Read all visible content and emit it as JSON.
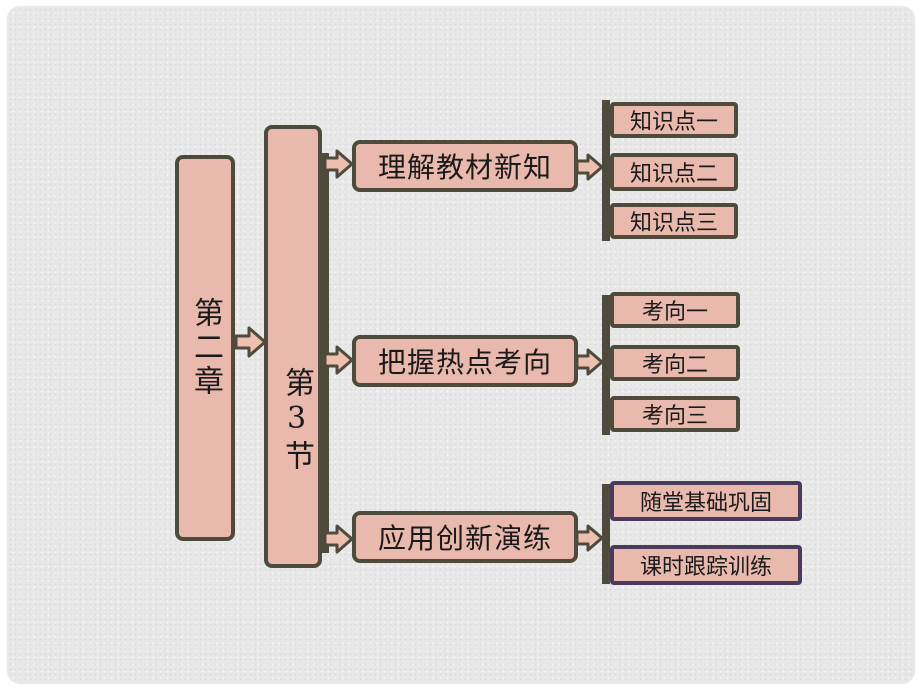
{
  "chapter": "第二章",
  "section": "第3节",
  "topics": [
    {
      "label": "理解教材新知",
      "items": [
        "知识点一",
        "知识点二",
        "知识点三"
      ]
    },
    {
      "label": "把握热点考向",
      "items": [
        "考向一",
        "考向二",
        "考向三"
      ]
    },
    {
      "label": "应用创新演练",
      "items": [
        "随堂基础巩固",
        "课时跟踪训练"
      ]
    }
  ],
  "colors": {
    "box_fill": "#eab9ad",
    "box_border": "#4e4a3c",
    "purple_border": "#4b3a5c",
    "arrow_fill": "#ecbfae"
  }
}
